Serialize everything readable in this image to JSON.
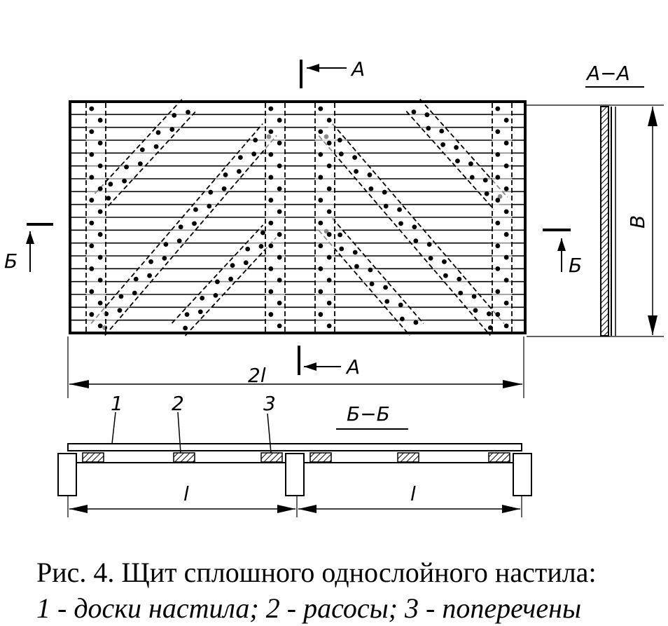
{
  "labels": {
    "section_a": "A",
    "section_b": "Б",
    "section_aa": "A−A",
    "section_bb": "Б−Б",
    "dim_width": "B",
    "dim_length": "2l",
    "dim_span": "l",
    "part_1": "1",
    "part_2": "2",
    "part_3": "3"
  },
  "caption": {
    "title": "Рис. 4. Щит сплошного однослойного настила:",
    "legend": "1 - доски настила; 2 - расосы; 3 - поперечены"
  }
}
